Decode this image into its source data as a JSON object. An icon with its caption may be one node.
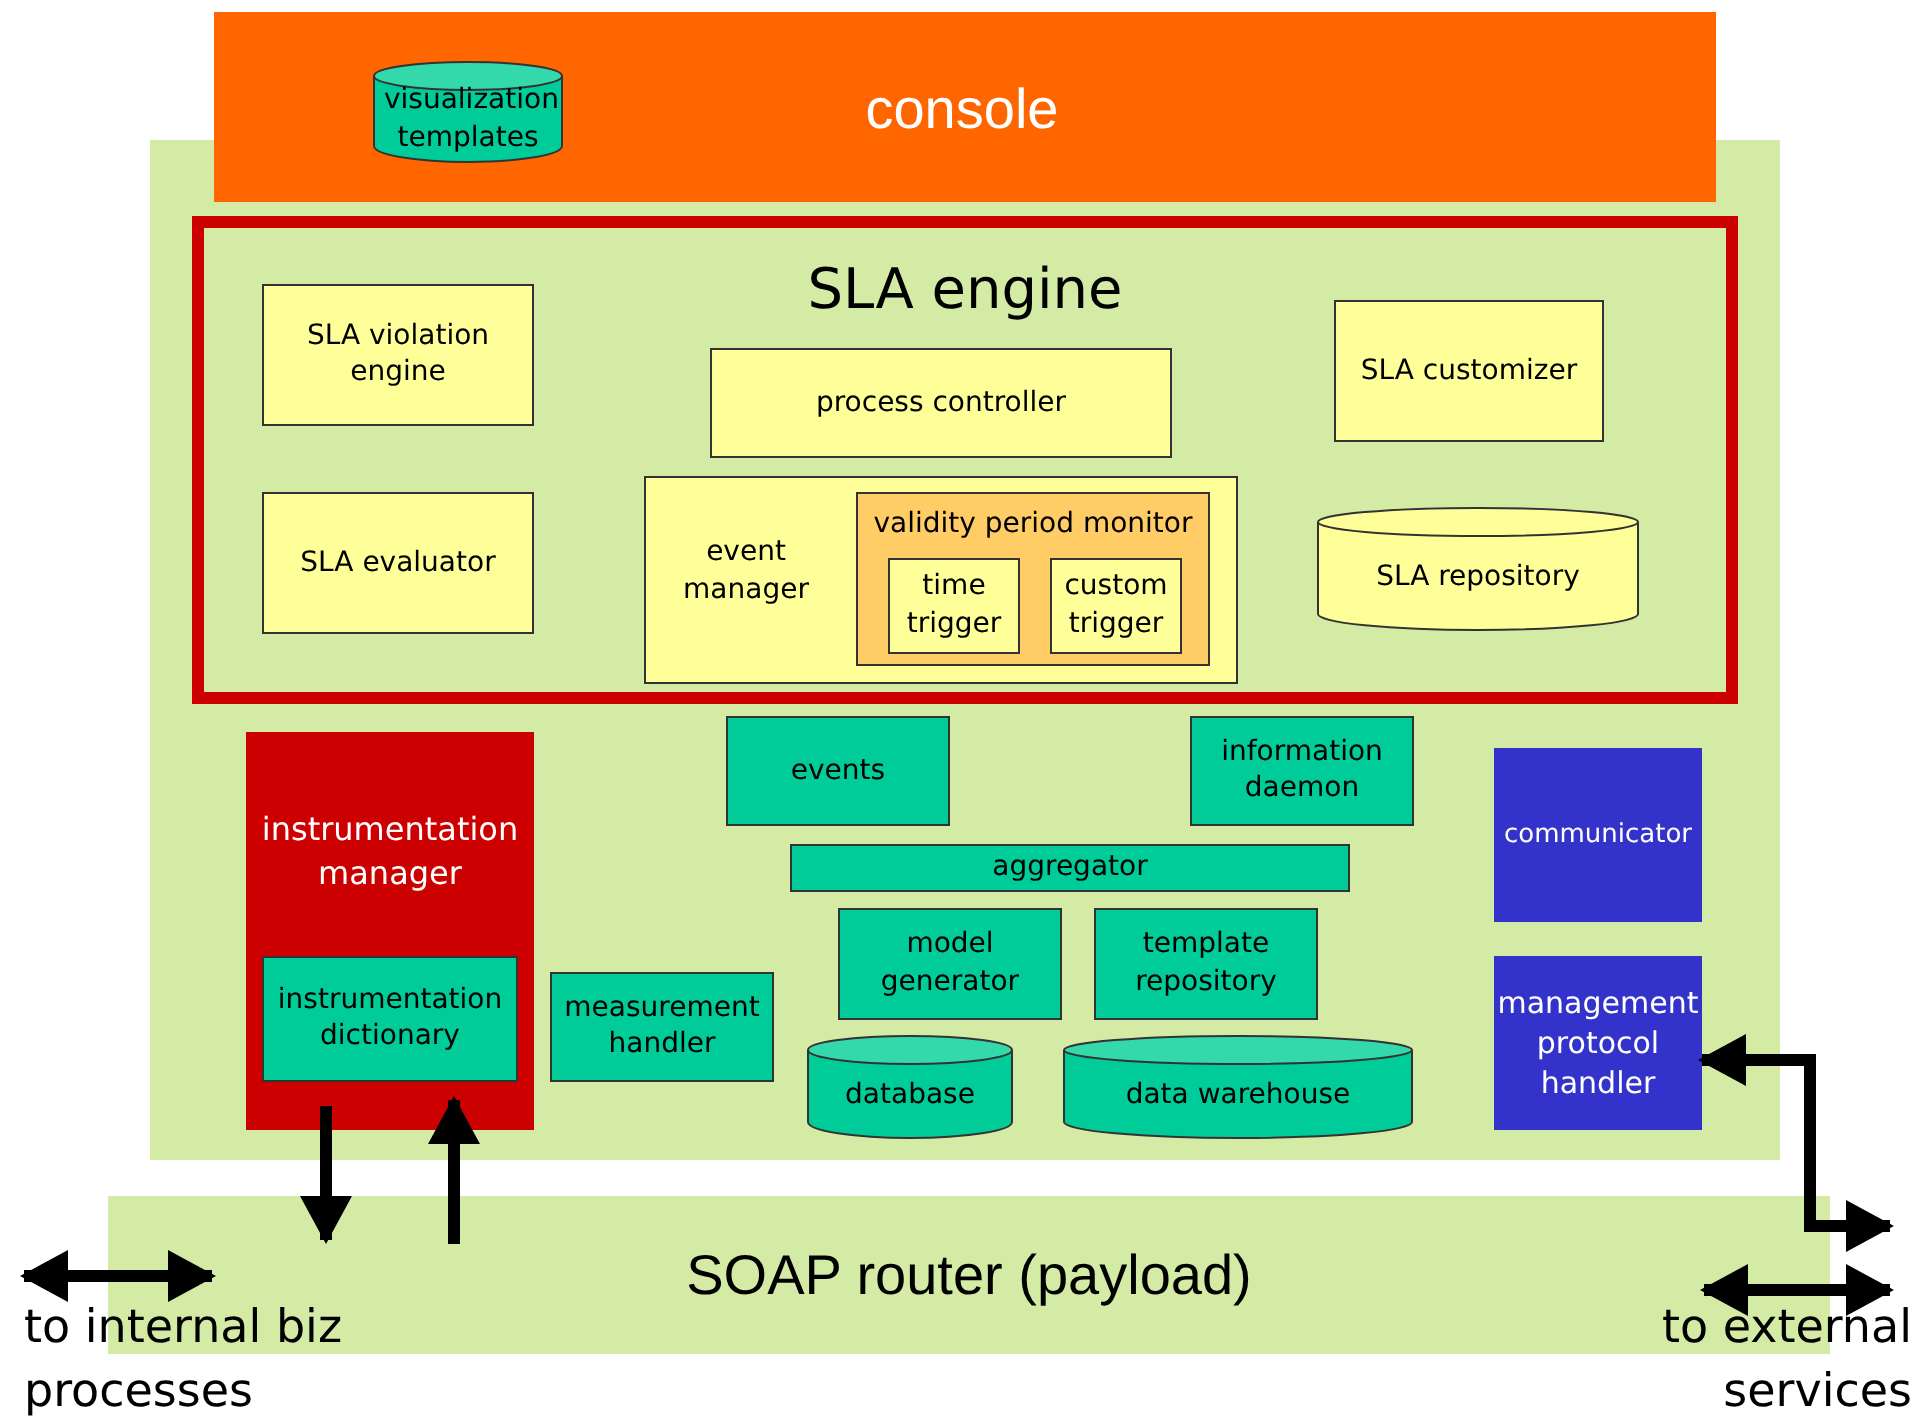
{
  "diagram": {
    "nodes": [
      {
        "text": [
          "console"
        ]
      },
      {
        "text": [
          "visualization templates"
        ],
        "in": 0
      },
      {
        "text": [],
        "shape": "box"
      },
      {
        "text": [
          "SLA engine"
        ],
        "in": 2
      },
      {
        "text": [
          "SLA violation engine"
        ],
        "in": 3
      },
      {
        "text": [
          "process controller"
        ],
        "in": 3
      },
      {
        "text": [
          "SLA customizer"
        ],
        "in": 3
      },
      {
        "text": [
          "SLA evaluator"
        ],
        "in": 3
      },
      {
        "text": [
          "event manager"
        ],
        "in": 3
      },
      {
        "text": [
          "validity period monitor"
        ],
        "in": 8
      },
      {
        "text": [
          "time trigger"
        ],
        "in": 9
      },
      {
        "text": [
          "custom trigger"
        ],
        "in": 9
      },
      {
        "text": [
          "SLA repository"
        ],
        "in": 3
      },
      {
        "text": [
          "instrumentation manager"
        ],
        "in": 2
      },
      {
        "text": [
          "instrumentation dictionary"
        ],
        "in": 13
      },
      {
        "text": [
          "events"
        ],
        "in": 2
      },
      {
        "text": [
          "information daemon"
        ],
        "in": 2
      },
      {
        "text": [
          "communicator"
        ],
        "in": 2
      },
      {
        "text": [
          "aggregator"
        ],
        "in": 2
      },
      {
        "text": [
          "model generator"
        ],
        "in": 2
      },
      {
        "text": [
          "template repository"
        ],
        "in": 2
      },
      {
        "text": [
          "measurement handler"
        ],
        "in": 2
      },
      {
        "text": [
          "database"
        ],
        "in": 2
      },
      {
        "text": [
          "data warehouse"
        ],
        "in": 2
      },
      {
        "text": [
          "management protocol handler"
        ],
        "in": 2
      },
      {
        "text": [
          "SOAP router (payload)"
        ]
      },
      {
        "text": [
          "to internal biz processes"
        ]
      },
      {
        "text": [
          "to external services"
        ]
      }
    ],
    "edges": [
      {
        "from": 13,
        "to": 25,
        "arrow": "to"
      },
      {
        "from": 25,
        "to": 13,
        "arrow": "to"
      },
      {
        "from": 26,
        "to": 25,
        "arrow": "both"
      },
      {
        "from": 24,
        "to": 25,
        "arrow": "both"
      },
      {
        "from": 25,
        "to": 27,
        "arrow": "both"
      }
    ]
  }
}
